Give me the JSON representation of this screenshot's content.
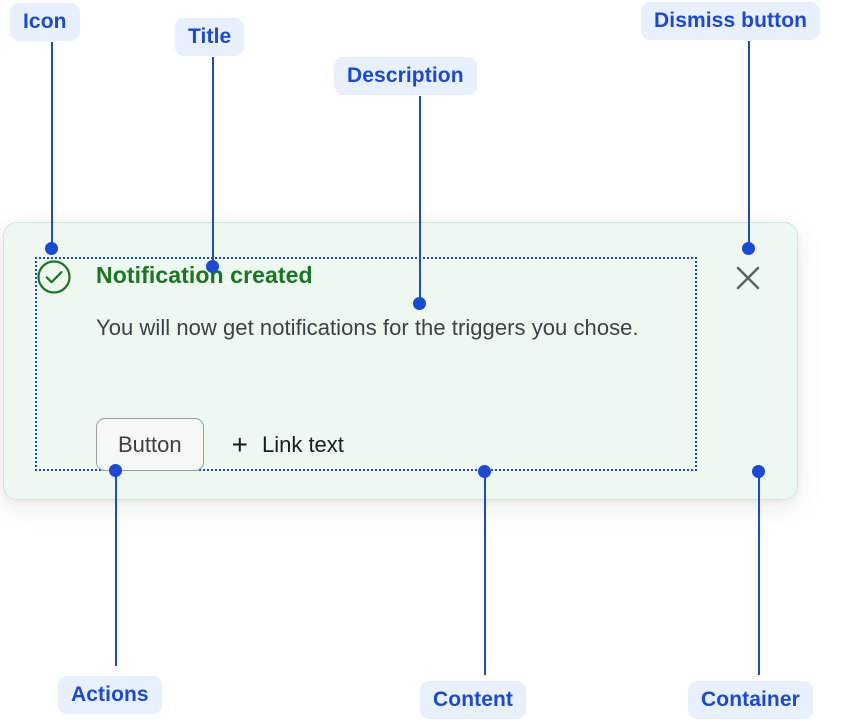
{
  "annotations": [
    {
      "key": "icon",
      "label": "Icon"
    },
    {
      "key": "title",
      "label": "Title"
    },
    {
      "key": "desc",
      "label": "Description"
    },
    {
      "key": "dismiss",
      "label": "Dismiss button"
    },
    {
      "key": "actions",
      "label": "Actions"
    },
    {
      "key": "content",
      "label": "Content"
    },
    {
      "key": "container",
      "label": "Container"
    }
  ],
  "notification": {
    "status_icon": "check-circle-icon",
    "title": "Notification created",
    "description": "You will now get notifications for the triggers you chose.",
    "actions": {
      "button_label": "Button",
      "link_icon": "plus-icon",
      "link_label": "Link text"
    },
    "dismiss_icon": "close-icon"
  },
  "colors": {
    "annotation_text": "#1a49d6",
    "annotation_chip_bg": "#e8f0fe",
    "card_bg": "#eef8f0",
    "card_border": "#cfe8d6",
    "success_green": "#15781f",
    "description_text": "#394249",
    "button_border": "#9aa0a6",
    "button_bg": "#f6f7f7",
    "dismiss_icon": "#5f6368"
  }
}
